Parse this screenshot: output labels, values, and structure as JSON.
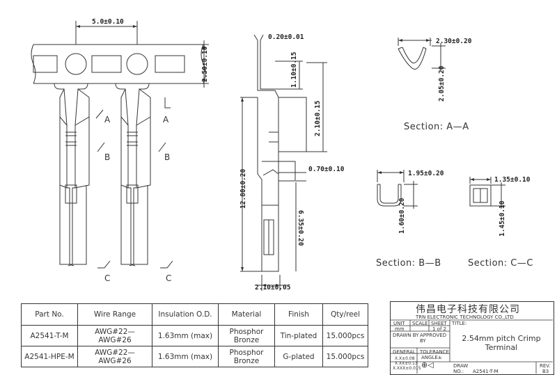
{
  "dimensions": {
    "pitch": "5.0±0.10",
    "carrier_height": "2.50±0.10",
    "thickness": "0.20±0.01",
    "d_1_10": "1.10±0.15",
    "d_2_10": "2.10±0.15",
    "overall": "12.80±0.20",
    "d_0_70": "0.70±0.10",
    "d_6_35": "6.35±0.20",
    "d_2_10_w": "2.10±0.05",
    "aa_w": "2.30±0.20",
    "aa_h": "2.05±0.20",
    "bb_w": "1.95±0.20",
    "bb_h": "1.60±0.20",
    "cc_w": "1.35±0.10",
    "cc_h": "1.45±0.10"
  },
  "cut_labels": {
    "a": "A",
    "b": "B",
    "c": "C"
  },
  "sections": {
    "aa": "Section: A—A",
    "bb": "Section: B—B",
    "cc": "Section: C—C"
  },
  "spec_table": {
    "headers": [
      "Part No.",
      "Wire Range",
      "Insulation O.D.",
      "Material",
      "Finish",
      "Qty/reel"
    ],
    "rows": [
      [
        "A2541-T-M",
        "AWG#22—AWG#26",
        "1.63mm (max)",
        "Phosphor Bronze",
        "Tin-plated",
        "15.000pcs"
      ],
      [
        "A2541-HPE-M",
        "AWG#22—AWG#26",
        "1.63mm (max)",
        "Phosphor Bronze",
        "G-plated",
        "15.000pcs"
      ]
    ]
  },
  "title_block": {
    "company_cn": "伟昌电子科技有限公司",
    "company_en": "TRN ELECTRONIC TECHNOLOGY CO.,LTD",
    "unit_label": "UNIT",
    "unit": "mm",
    "scale_label": "SCALE",
    "sheet_label": "SHEET",
    "sheet": "1 of 2",
    "title_label": "TITLE:",
    "title": "2.54mm pitch Crimp Terminal",
    "drawn_by": "DRAWN BY",
    "approved_by": "APPROVED BY",
    "general": "GENERAL",
    "tolerance": "TOLERANCE",
    "angle": "ANGLE±",
    "tol_1": "X.X±0.08",
    "tol_2": "X.XX±0.13",
    "tol_3": "X.XXX±0.015",
    "draw_no_label": "DRAW NO.:",
    "draw_no": "A2541-T-M",
    "rev_label": "REV.",
    "rev": "B3"
  }
}
